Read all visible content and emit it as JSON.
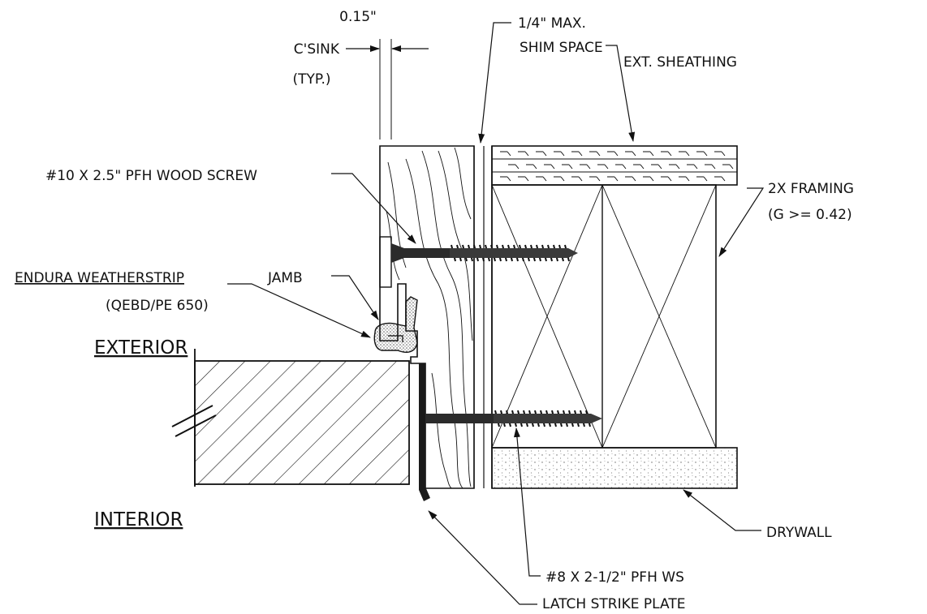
{
  "labels": {
    "dim_value": "0.15\"",
    "csink": "C'SINK",
    "typ": "(TYP.)",
    "shim_line1": "1/4\" MAX.",
    "shim_line2": "SHIM SPACE",
    "ext_sheathing": "EXT. SHEATHING",
    "wood_screw": "#10 X 2.5\" PFH WOOD SCREW",
    "framing_line1": "2X FRAMING",
    "framing_line2": "(G >= 0.42)",
    "jamb": "JAMB",
    "weatherstrip_line1": "ENDURA WEATHERSTRIP",
    "weatherstrip_line2": "(QEBD/PE 650)",
    "exterior": "EXTERIOR",
    "interior": "INTERIOR",
    "drywall": "DRYWALL",
    "ws_screw": "#8 X 2-1/2\" PFH WS",
    "strike_plate": "LATCH STRIKE PLATE"
  },
  "colors": {
    "line": "#111111",
    "screw": "#2b2b2b",
    "weatherstrip_fill": "#cfcfcf",
    "drywall_fill": "#f1f1f1"
  }
}
